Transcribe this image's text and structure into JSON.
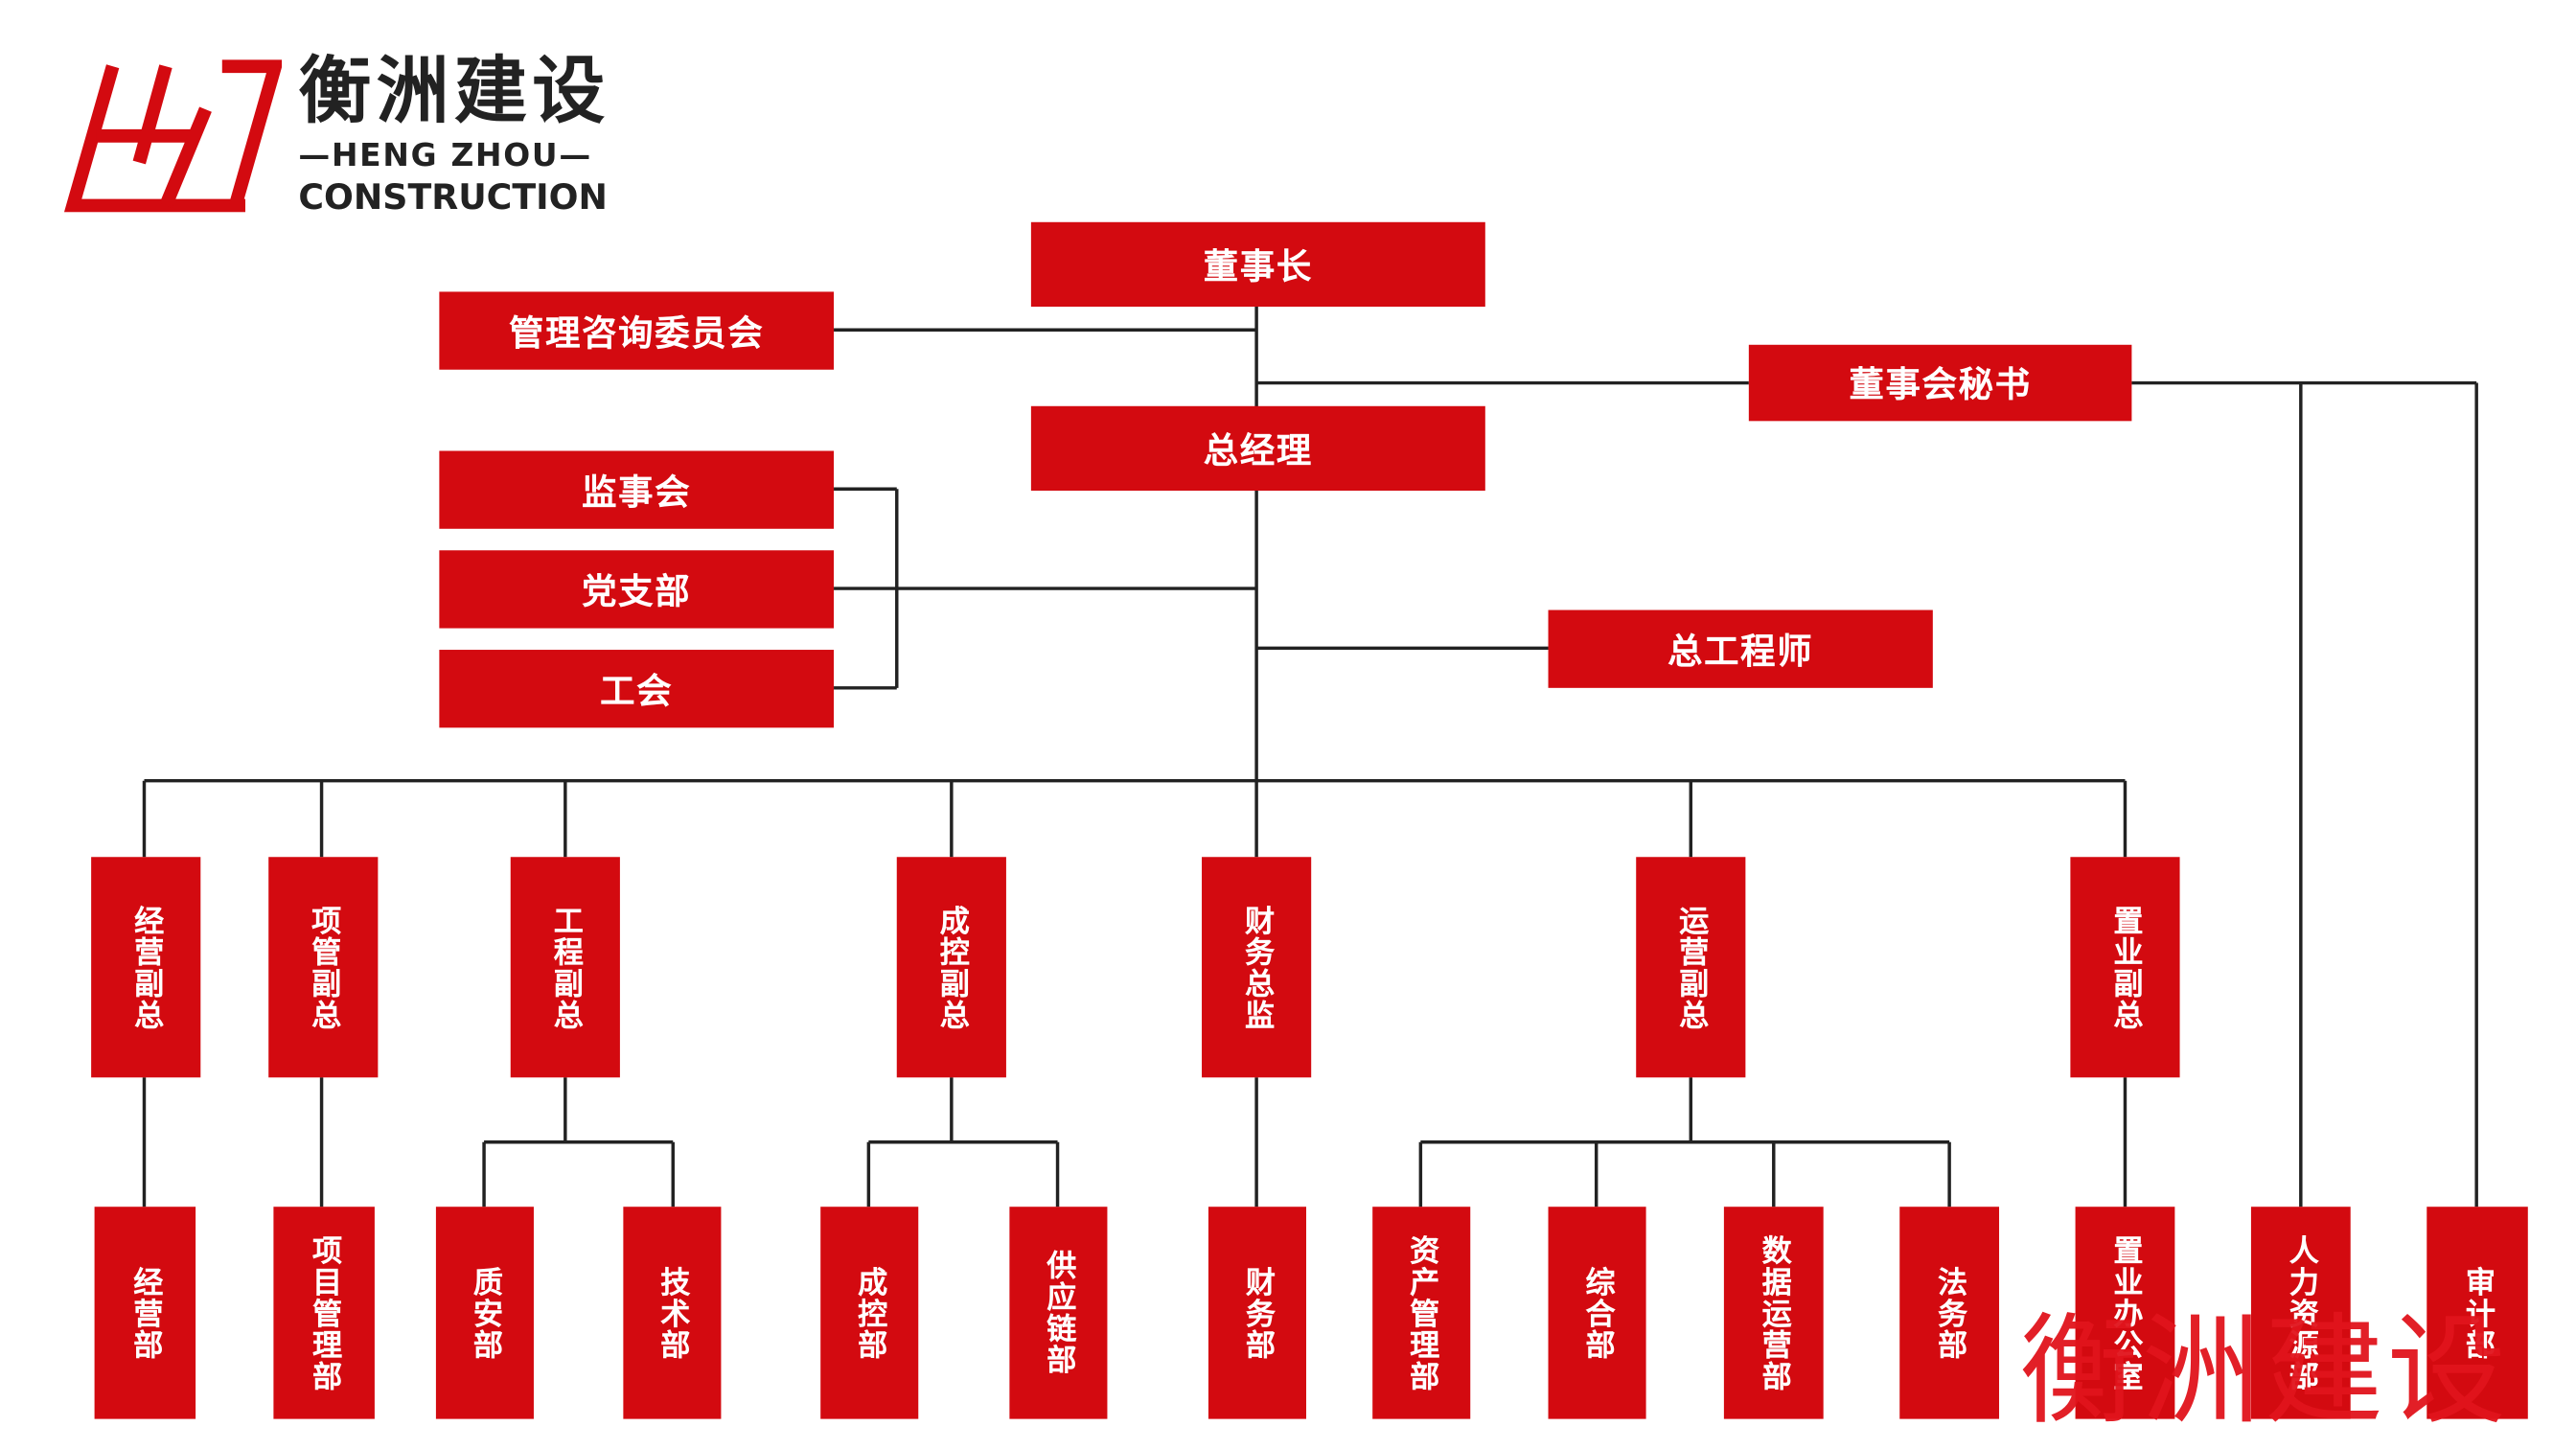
{
  "brand": {
    "name_cn": "衡洲建设",
    "name_en_1": "—HENG ZHOU—",
    "name_en_2": "CONSTRUCTION",
    "logo_color": "#d30a10"
  },
  "nodes": {
    "chairman": "董事长",
    "advisory": "管理咨询委员会",
    "board_secretary": "董事会秘书",
    "general_manager": "总经理",
    "supervisory": "监事会",
    "party_branch": "党支部",
    "union": "工会",
    "chief_engineer": "总工程师",
    "vp_business": "经营副总",
    "vp_project": "项管副总",
    "vp_engineering": "工程副总",
    "vp_cost": "成控副总",
    "cfo": "财务总监",
    "vp_operations": "运营副总",
    "vp_property": "置业副总",
    "dept_business": "经营部",
    "dept_project": "项目管理部",
    "dept_quality": "质安部",
    "dept_tech": "技术部",
    "dept_cost": "成控部",
    "dept_supply": "供应链部",
    "dept_finance": "财务部",
    "dept_asset": "资产管理部",
    "dept_general": "综合部",
    "dept_data": "数据运营部",
    "dept_legal": "法务部",
    "dept_property_office": "置业办公室",
    "dept_hr": "人力资源部",
    "dept_audit": "审计部"
  },
  "watermark": "衡洲建设",
  "colors": {
    "box": "#d30a10",
    "box_text": "#ffffff",
    "line": "#222222"
  }
}
